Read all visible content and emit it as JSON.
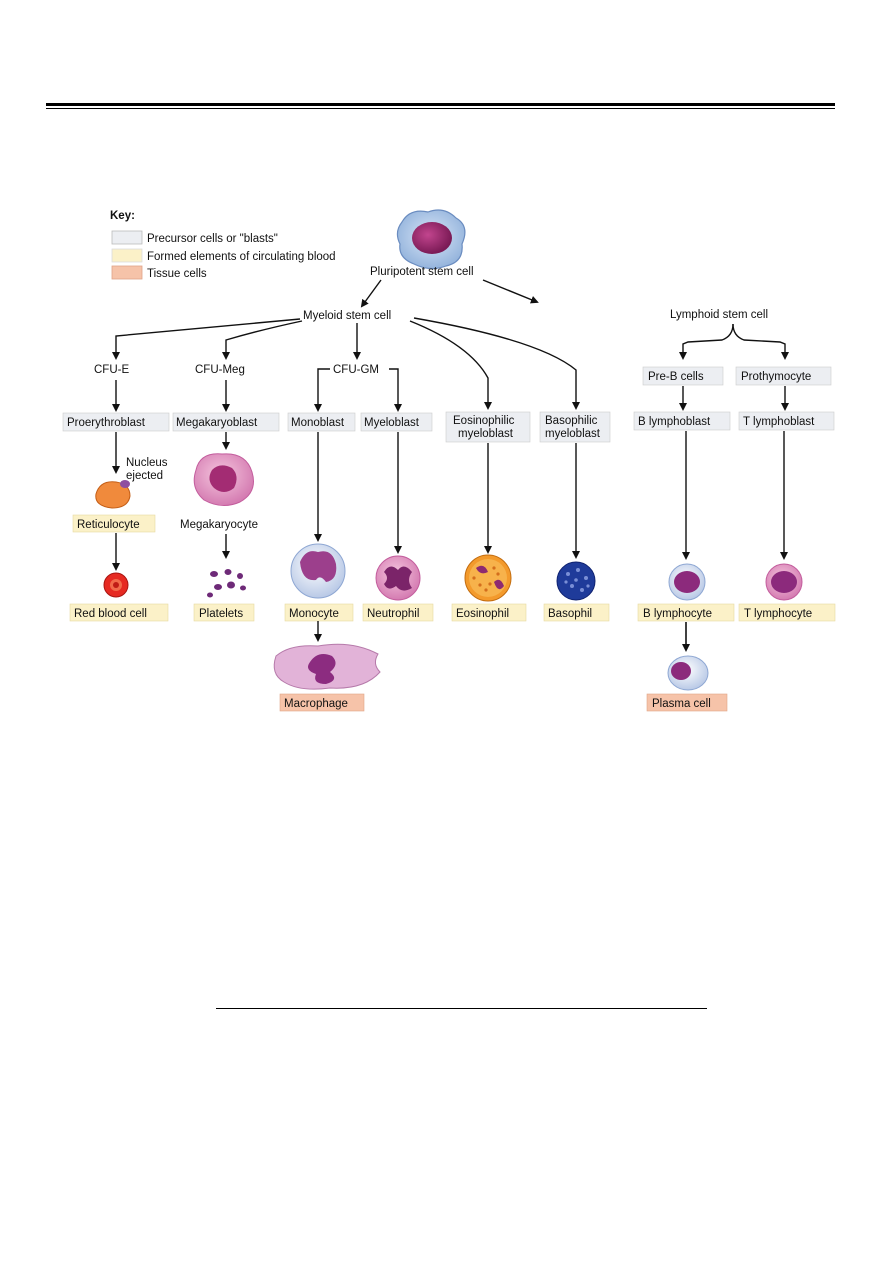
{
  "key": {
    "title": "Key:",
    "items": [
      {
        "label": "Precursor cells or \"blasts\"",
        "color": "#eceef2"
      },
      {
        "label": "Formed elements of circulating blood",
        "color": "#fbf1c8"
      },
      {
        "label": "Tissue cells",
        "color": "#f6c3a9"
      }
    ]
  },
  "nodes": {
    "pluripotent": "Pluripotent stem cell",
    "myeloid": "Myeloid stem cell",
    "lymphoid": "Lymphoid stem cell",
    "cfu_e": "CFU-E",
    "cfu_meg": "CFU-Meg",
    "cfu_gm": "CFU-GM",
    "proerythroblast": "Proerythroblast",
    "megakaryoblast": "Megakaryoblast",
    "monoblast": "Monoblast",
    "myeloblast": "Myeloblast",
    "eos_myeloblast_1": "Eosinophilic",
    "eos_myeloblast_2": "myeloblast",
    "baso_myeloblast_1": "Basophilic",
    "baso_myeloblast_2": "myeloblast",
    "pre_b": "Pre-B cells",
    "prothymocyte": "Prothymocyte",
    "b_lymphoblast": "B lymphoblast",
    "t_lymphoblast": "T lymphoblast",
    "nucleus_1": "Nucleus",
    "nucleus_2": "ejected",
    "reticulocyte": "Reticulocyte",
    "megakaryocyte": "Megakaryocyte",
    "red_blood_cell": "Red blood cell",
    "platelets": "Platelets",
    "monocyte": "Monocyte",
    "neutrophil": "Neutrophil",
    "eosinophil": "Eosinophil",
    "basophil": "Basophil",
    "b_lymphocyte": "B lymphocyte",
    "t_lymphocyte": "T lymphocyte",
    "macrophage": "Macrophage",
    "plasma_cell": "Plasma cell"
  }
}
